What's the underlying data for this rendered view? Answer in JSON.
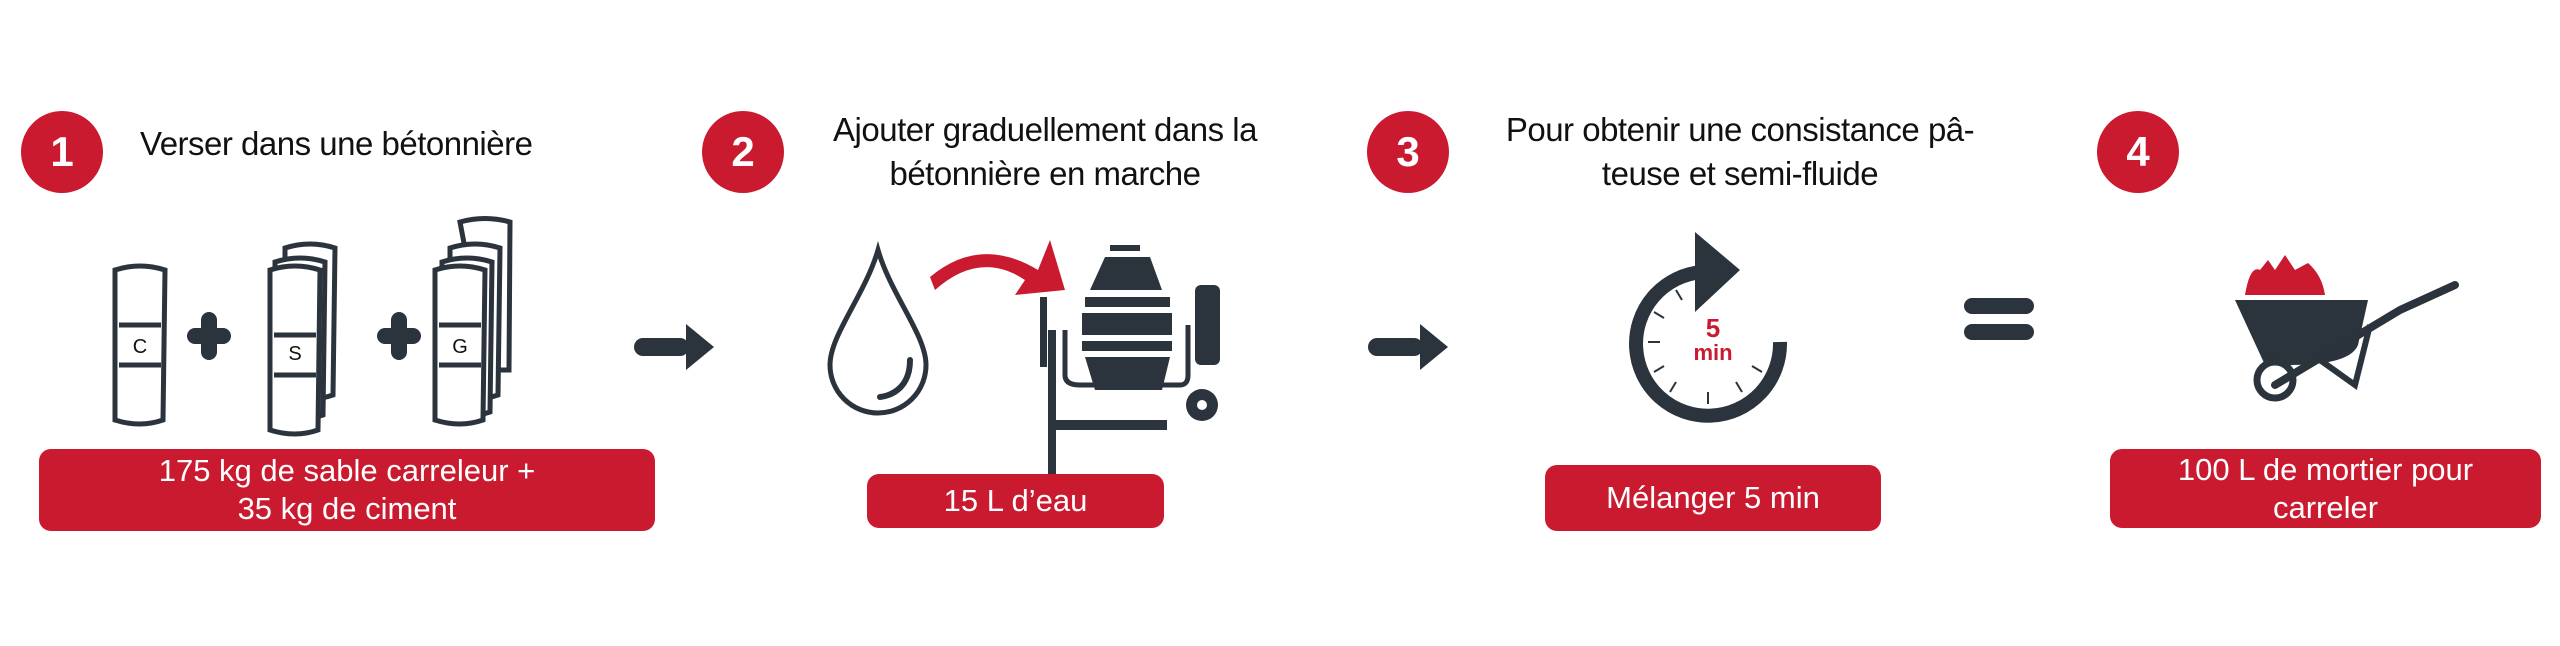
{
  "colors": {
    "accent": "#c91a2f",
    "icon": "#2b333d"
  },
  "steps": [
    {
      "number": "1",
      "title": [
        "Verser dans une bétonnière"
      ],
      "result": [
        "175 kg de sable carreleur +",
        "35 kg de ciment"
      ],
      "bag_labels": [
        "C",
        "S",
        "G"
      ]
    },
    {
      "number": "2",
      "title": [
        "Ajouter graduellement dans  la",
        "bétonnière en marche"
      ],
      "result": [
        "15 L d’eau"
      ]
    },
    {
      "number": "3",
      "title": [
        "Pour obtenir une consistance pâ-",
        "teuse et semi-fluide"
      ],
      "result": [
        "Mélanger 5 min"
      ],
      "timer": [
        "5",
        "min"
      ]
    },
    {
      "number": "4",
      "title": [],
      "result": [
        "100 L de mortier pour",
        "carreler"
      ]
    }
  ]
}
